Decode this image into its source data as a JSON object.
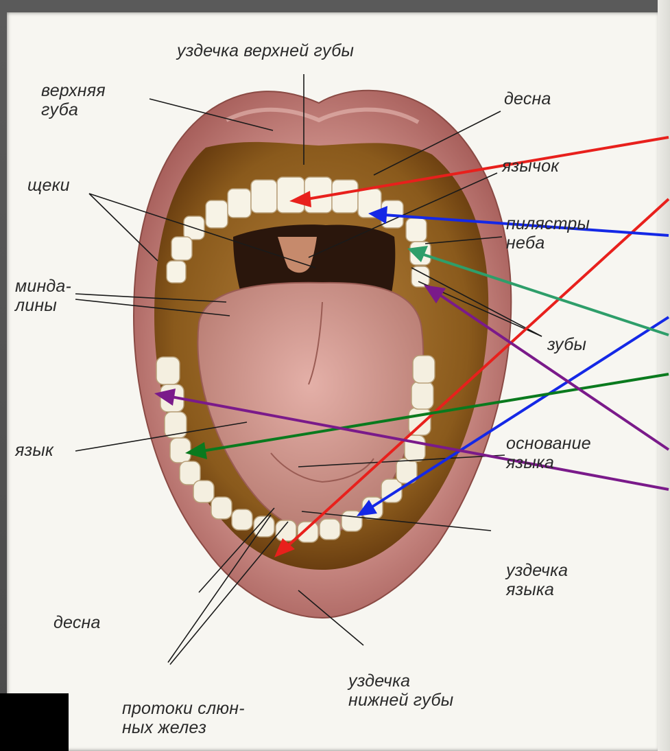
{
  "labels": {
    "upper_lip_frenulum": "уздечка верхней губы",
    "upper_lip_1": "верхняя",
    "upper_lip_2": "губа",
    "gum_top": "десна",
    "uvula": "язычок",
    "cheeks": "щеки",
    "pillars_1": "пилястры",
    "pillars_2": "неба",
    "tonsils_1": "минда-",
    "tonsils_2": "лины",
    "teeth": "зубы",
    "tongue": "язык",
    "tongue_base_1": "основание",
    "tongue_base_2": "языка",
    "tongue_frenulum_1": "уздечка",
    "tongue_frenulum_2": "языка",
    "gum_bottom": "десна",
    "salivary_1": "протоки слюн-",
    "salivary_2": "ных желез",
    "lower_lip_frenulum_1": "уздечка",
    "lower_lip_frenulum_2": "нижней губы"
  },
  "arrow_colors": {
    "red": "#e8201c",
    "blue": "#1428e6",
    "green_light": "#2e9e6a",
    "green_dark": "#0a7a1e",
    "purple": "#7a1a8a"
  }
}
